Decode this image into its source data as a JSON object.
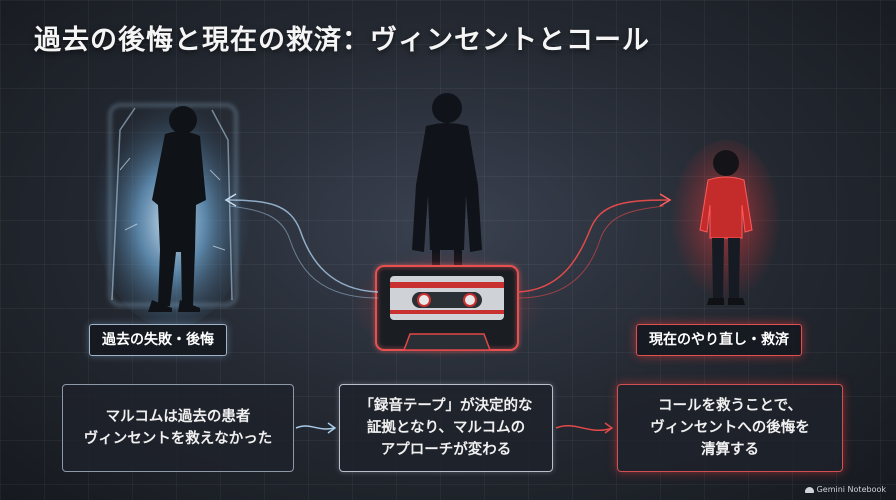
{
  "title": "過去の後悔と現在の救済：ヴィンセントとコール",
  "labels": {
    "past": "過去の失敗・後悔",
    "present": "現在のやり直し・救済"
  },
  "boxes": {
    "left": [
      "マルコムは過去の患者",
      "ヴィンセントを救えなかった"
    ],
    "middle": [
      "「録音テープ」が決定的な",
      "証拠となり、マルコムの",
      "アプローチが変わる"
    ],
    "right": [
      "コールを救うことで、",
      "ヴィンセントへの後悔を",
      "清算する"
    ]
  },
  "figures": {
    "past": "silhouette-figure-icon",
    "center": "coat-figure-icon",
    "present": "child-figure-icon",
    "tape": "cassette-tape-icon"
  },
  "colors": {
    "past_accent": "#9fc4e6",
    "present_accent": "#e03a3a",
    "background": "#262b34"
  },
  "watermark": "Gemini Notebook"
}
